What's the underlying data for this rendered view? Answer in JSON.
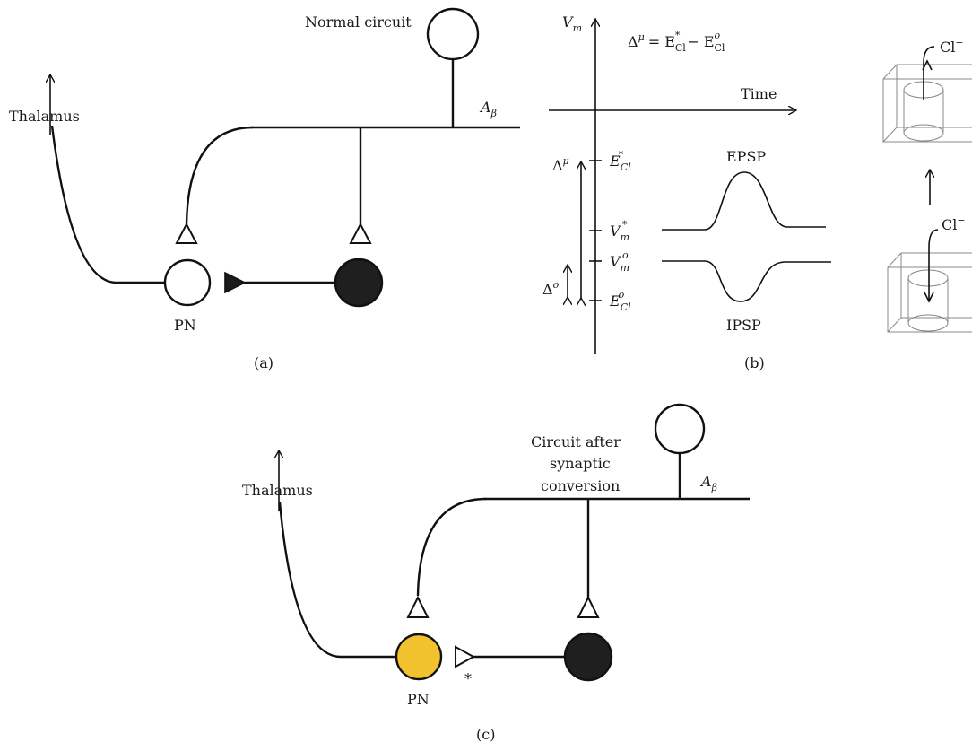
{
  "panel_a": {
    "title": "Normal circuit",
    "thalamus": "Thalamus",
    "abeta": "A",
    "abeta_sub": "β",
    "pn": "PN",
    "caption": "(a)"
  },
  "panel_b": {
    "vm": "V",
    "vm_sub": "m",
    "time": "Time",
    "eq_delta": "Δ",
    "eq_delta_sup": "μ",
    "eq_rest": "= E",
    "eq_sub1": "Cl",
    "eq_sup1": "*",
    "eq_minus": "− E",
    "eq_sub2": "Cl",
    "eq_sup2": "o",
    "ecl_star": "E",
    "ecl_star_sub": "Cl",
    "ecl_star_sup": "*",
    "vm_star": "V",
    "vm_star_sub": "m",
    "vm_star_sup": "*",
    "vm_o": "V",
    "vm_o_sub": "m",
    "vm_o_sup": "o",
    "ecl_o": "E",
    "ecl_o_sub": "Cl",
    "ecl_o_sup": "o",
    "delta_mu": "Δ",
    "delta_mu_sup": "μ",
    "delta_o": "Δ",
    "delta_o_sup": "o",
    "epsp": "EPSP",
    "ipsp": "IPSP",
    "caption": "(b)",
    "cl_top": "Cl",
    "cl_top_sup": "−",
    "cl_bottom": "Cl",
    "cl_bottom_sup": "−"
  },
  "panel_c": {
    "title_line1": "Circuit after",
    "title_line2": "synaptic",
    "title_line3": "conversion",
    "thalamus": "Thalamus",
    "abeta": "A",
    "abeta_sub": "β",
    "pn": "PN",
    "star": "*",
    "caption": "(c)"
  },
  "colors": {
    "pn_converted": "#F2C12E",
    "interneuron": "#1f1f1f",
    "line": "#111111"
  }
}
